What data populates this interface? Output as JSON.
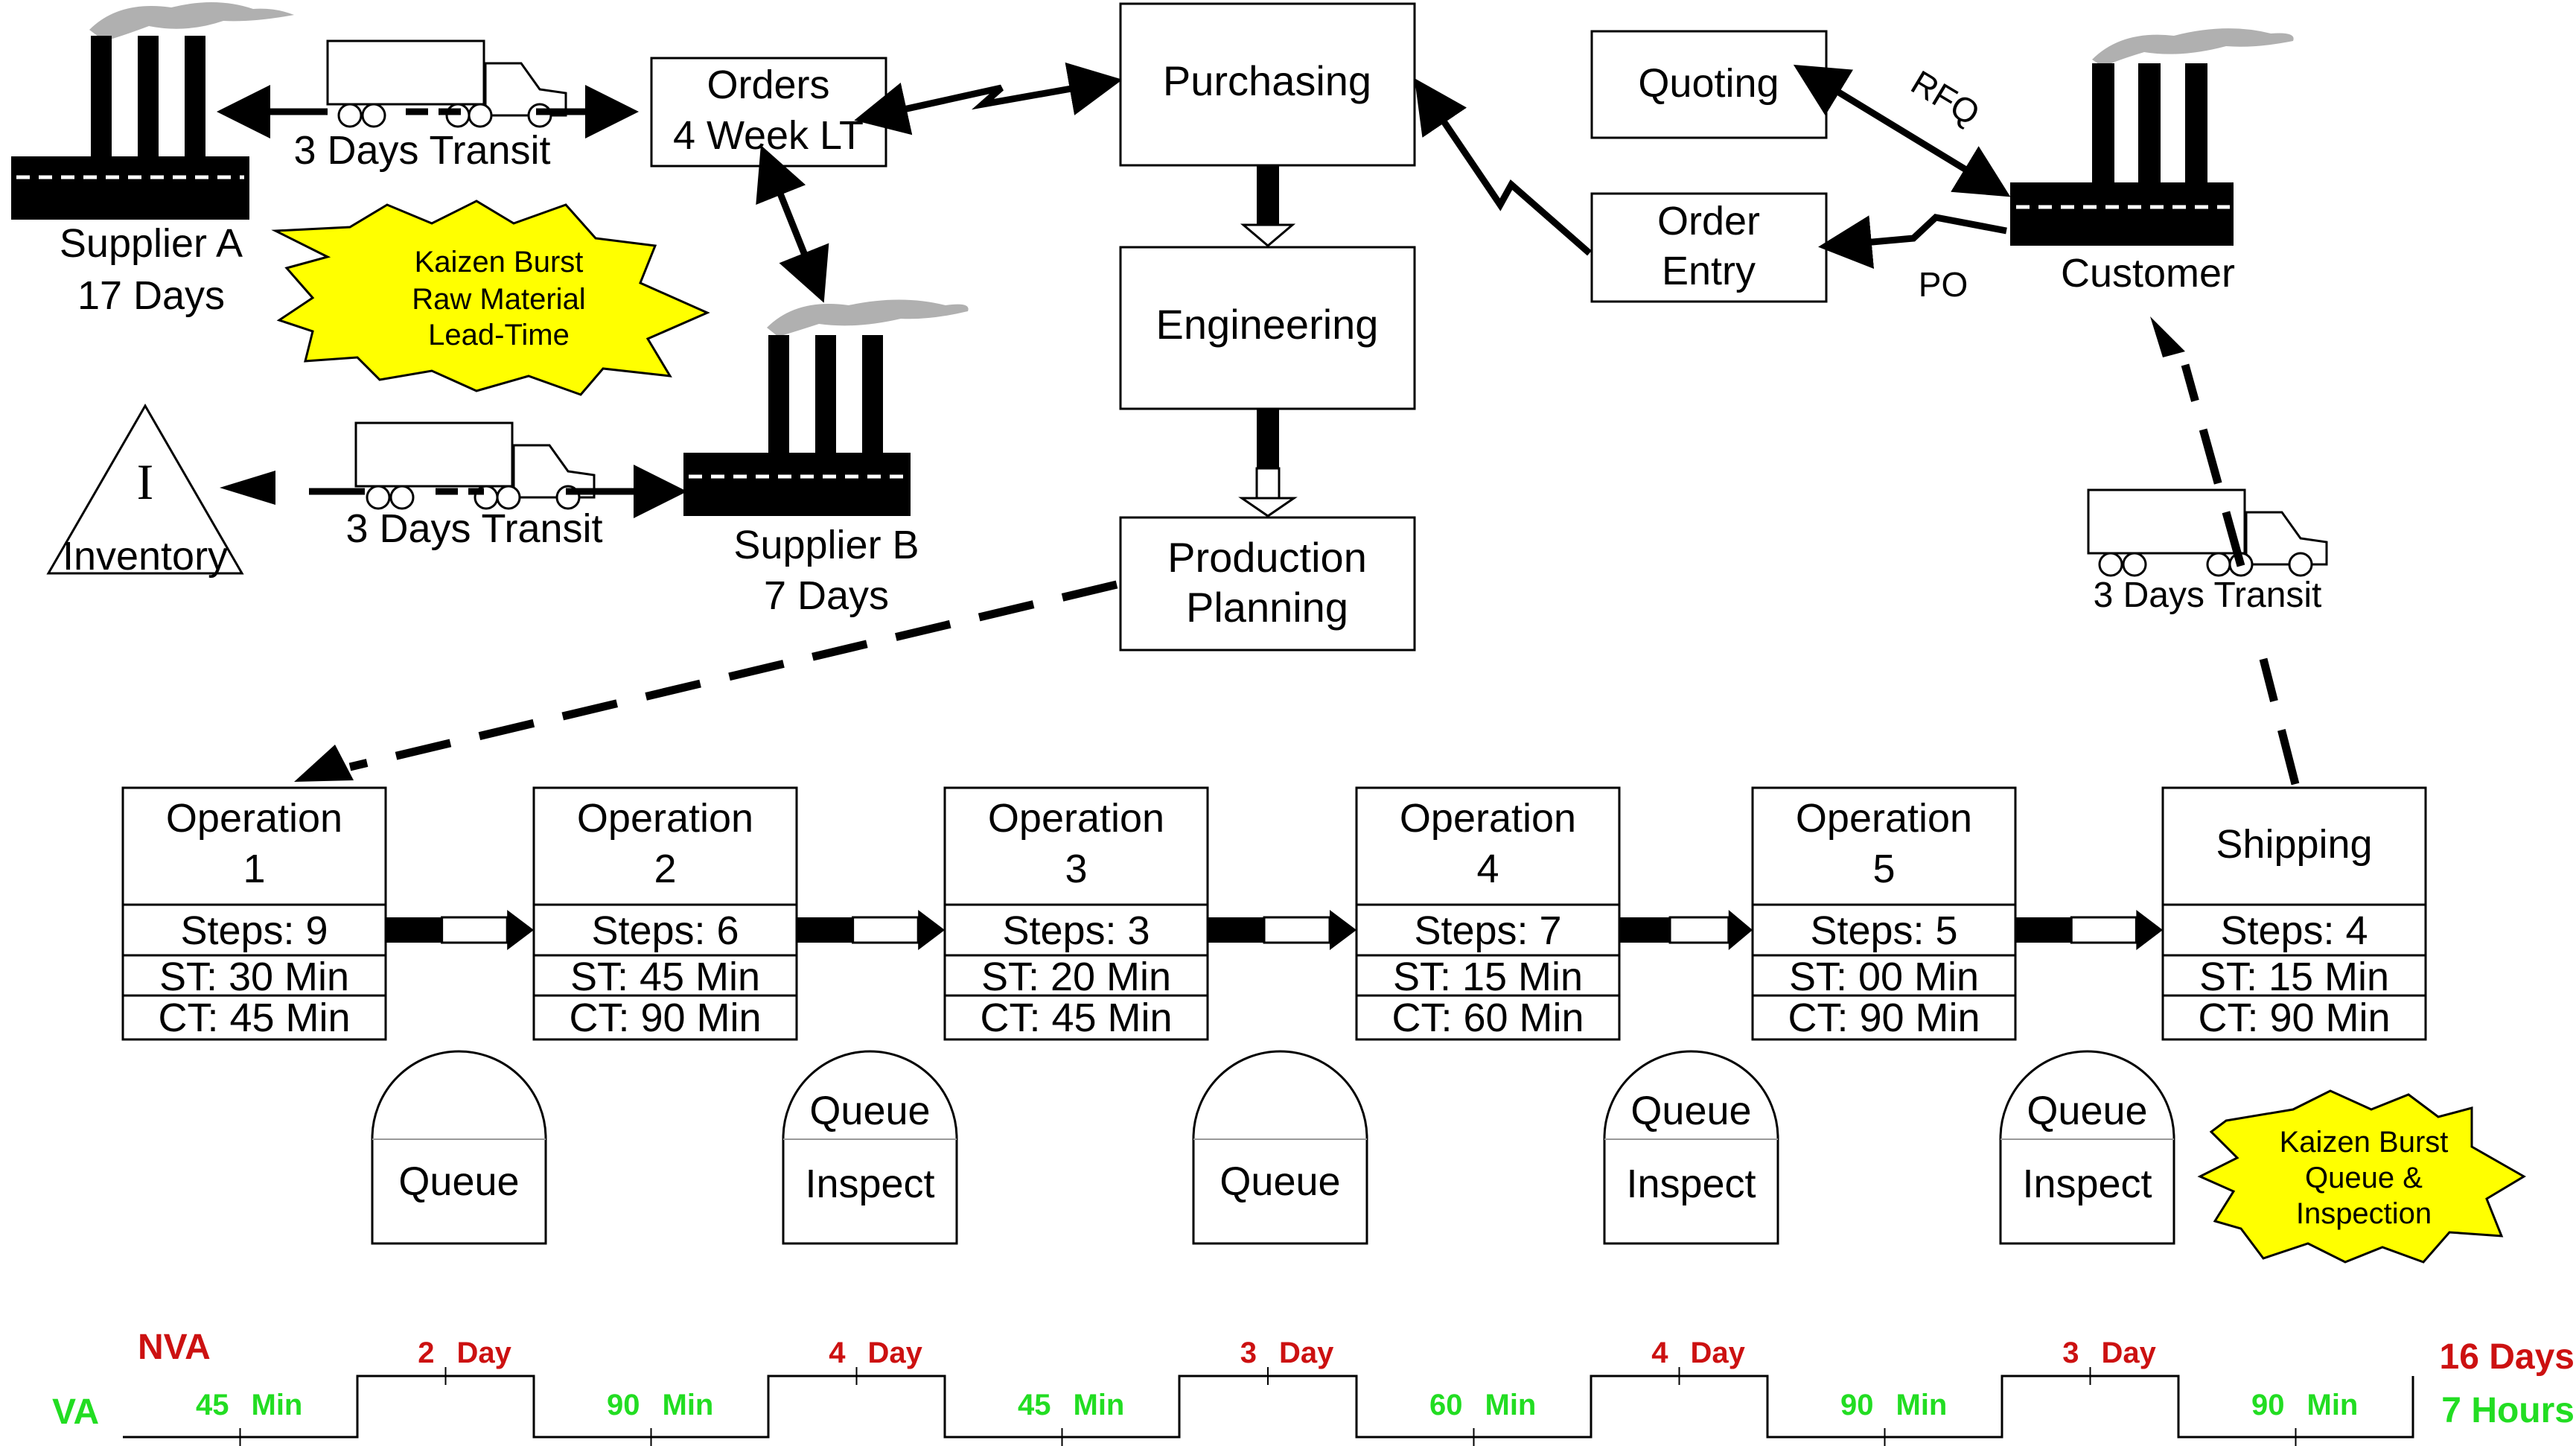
{
  "supplier_a": {
    "name": "Supplier A",
    "days": "17 Days"
  },
  "supplier_b": {
    "name": "Supplier B",
    "days": "7 Days"
  },
  "customer": {
    "name": "Customer"
  },
  "inventory": {
    "symbol": "I",
    "label": "Inventory"
  },
  "transit": {
    "top": "3 Days Transit",
    "middle": "3 Days Transit",
    "right": "3 Days Transit"
  },
  "orders": {
    "line1": "Orders",
    "line2": "4 Week LT"
  },
  "departments": {
    "purchasing": "Purchasing",
    "engineering": "Engineering",
    "planning_line1": "Production",
    "planning_line2": "Planning",
    "quoting": "Quoting",
    "order_entry_line1": "Order",
    "order_entry_line2": "Entry"
  },
  "info_labels": {
    "rfq": "RFQ",
    "po": "PO"
  },
  "kaizen": [
    {
      "line1": "Kaizen Burst",
      "line2": "Raw Material",
      "line3": "Lead-Time"
    },
    {
      "line1": "Kaizen Burst",
      "line2": "Queue &",
      "line3": "Inspection"
    }
  ],
  "operations": [
    {
      "line1": "Operation",
      "line2": "1",
      "steps": "Steps: 9",
      "st": "ST: 30 Min",
      "ct": "CT: 45 Min"
    },
    {
      "line1": "Operation",
      "line2": "2",
      "steps": "Steps: 6",
      "st": "ST: 45 Min",
      "ct": "CT: 90 Min"
    },
    {
      "line1": "Operation",
      "line2": "3",
      "steps": "Steps: 3",
      "st": "ST: 20 Min",
      "ct": "CT: 45 Min"
    },
    {
      "line1": "Operation",
      "line2": "4",
      "steps": "Steps: 7",
      "st": "ST: 15 Min",
      "ct": "CT: 60 Min"
    },
    {
      "line1": "Operation",
      "line2": "5",
      "steps": "Steps: 5",
      "st": "ST: 00 Min",
      "ct": "CT: 90 Min"
    },
    {
      "line1": "Shipping",
      "line2": "",
      "steps": "Steps: 4",
      "st": "ST: 15 Min",
      "ct": "CT: 90 Min"
    }
  ],
  "queues": [
    {
      "top": "",
      "bottom": "Queue"
    },
    {
      "top": "Queue",
      "bottom": "Inspect"
    },
    {
      "top": "",
      "bottom": "Queue"
    },
    {
      "top": "Queue",
      "bottom": "Inspect"
    },
    {
      "top": "Queue",
      "bottom": "Inspect"
    }
  ],
  "timeline": {
    "nva_label": "NVA",
    "va_label": "VA",
    "va_values": [
      {
        "num": "45",
        "unit": "Min"
      },
      {
        "num": "90",
        "unit": "Min"
      },
      {
        "num": "45",
        "unit": "Min"
      },
      {
        "num": "60",
        "unit": "Min"
      },
      {
        "num": "90",
        "unit": "Min"
      },
      {
        "num": "90",
        "unit": "Min"
      }
    ],
    "nva_values": [
      {
        "num": "2",
        "unit": "Day"
      },
      {
        "num": "4",
        "unit": "Day"
      },
      {
        "num": "3",
        "unit": "Day"
      },
      {
        "num": "4",
        "unit": "Day"
      },
      {
        "num": "3",
        "unit": "Day"
      }
    ],
    "total_nva": "16 Days",
    "total_va": "7 Hours"
  },
  "colors": {
    "kaizen_fill": "#ffff00",
    "nva": "#cc1111",
    "va": "#22dd22",
    "smoke": "#b0b0b0"
  }
}
